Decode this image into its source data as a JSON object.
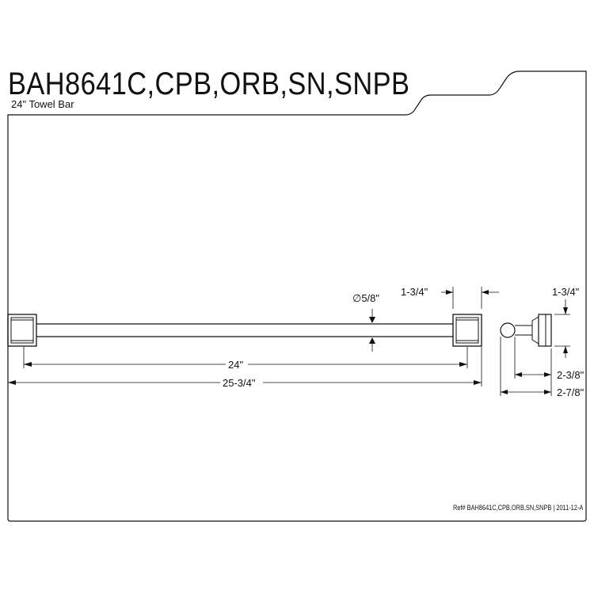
{
  "header": {
    "title": "BAH8641C,CPB,ORB,SN,SNPB",
    "subtitle": "24\" Towel Bar"
  },
  "dimensions": {
    "rod_diameter": "∅5/8\"",
    "bar_length": "24\"",
    "overall_length": "25-3/4\"",
    "post_width": "1-3/4\"",
    "side_height": "1-3/4\"",
    "projection_center": "2-3/8\"",
    "projection_total": "2-7/8\""
  },
  "footer": {
    "reference": "Ref# BAH8641C,CPB,ORB,SN,SNPB | 2011-12-A"
  }
}
